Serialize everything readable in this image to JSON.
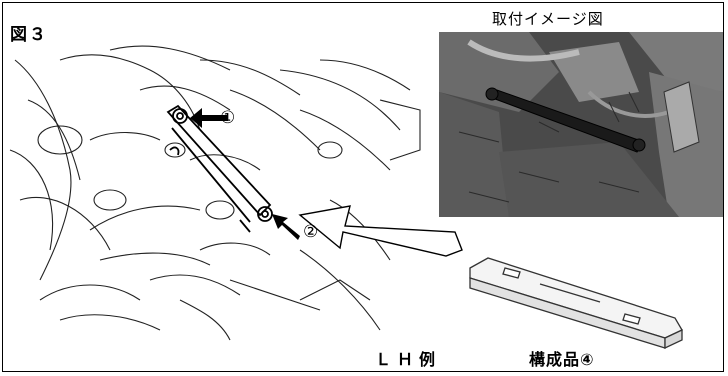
{
  "figure": {
    "label": "図３",
    "photo_caption": "取付イメージ図",
    "side_label": "ＬＨ例",
    "part_label": "構成品④",
    "callout_1": "①",
    "callout_2": "②"
  }
}
